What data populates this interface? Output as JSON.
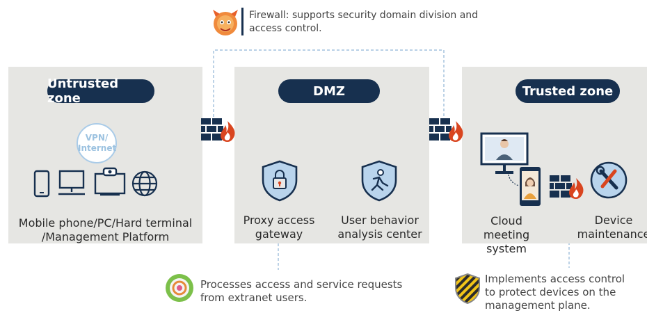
{
  "firewall_note": {
    "line1": "Firewall: supports security domain division and",
    "line2": "access control."
  },
  "zones": {
    "untrusted": {
      "title": "Untrusted zone",
      "bubble_line1": "VPN/",
      "bubble_line2": "Internet",
      "label_line1": "Mobile phone/PC/Hard terminal",
      "label_line2": "/Management Platform"
    },
    "dmz": {
      "title": "DMZ",
      "proxy_line1": "Proxy access",
      "proxy_line2": "gateway",
      "uba_line1": "User behavior",
      "uba_line2": "analysis center"
    },
    "trusted": {
      "title": "Trusted zone",
      "cloud_line1": "Cloud meeting",
      "cloud_line2": "system",
      "device_line1": "Device",
      "device_line2": "maintenance"
    }
  },
  "notes": {
    "proxy_line1": "Processes access and service requests",
    "proxy_line2": "from extranet users.",
    "device_line1": "Implements access control",
    "device_line2": "to protect devices on the",
    "device_line3": "management plane."
  },
  "colors": {
    "zone_bg": "#e6e6e3",
    "pill": "#17304f",
    "firewall_brick": "#17304f",
    "firewall_flame": "#d9451f",
    "dash_line": "#8fb4d6"
  }
}
